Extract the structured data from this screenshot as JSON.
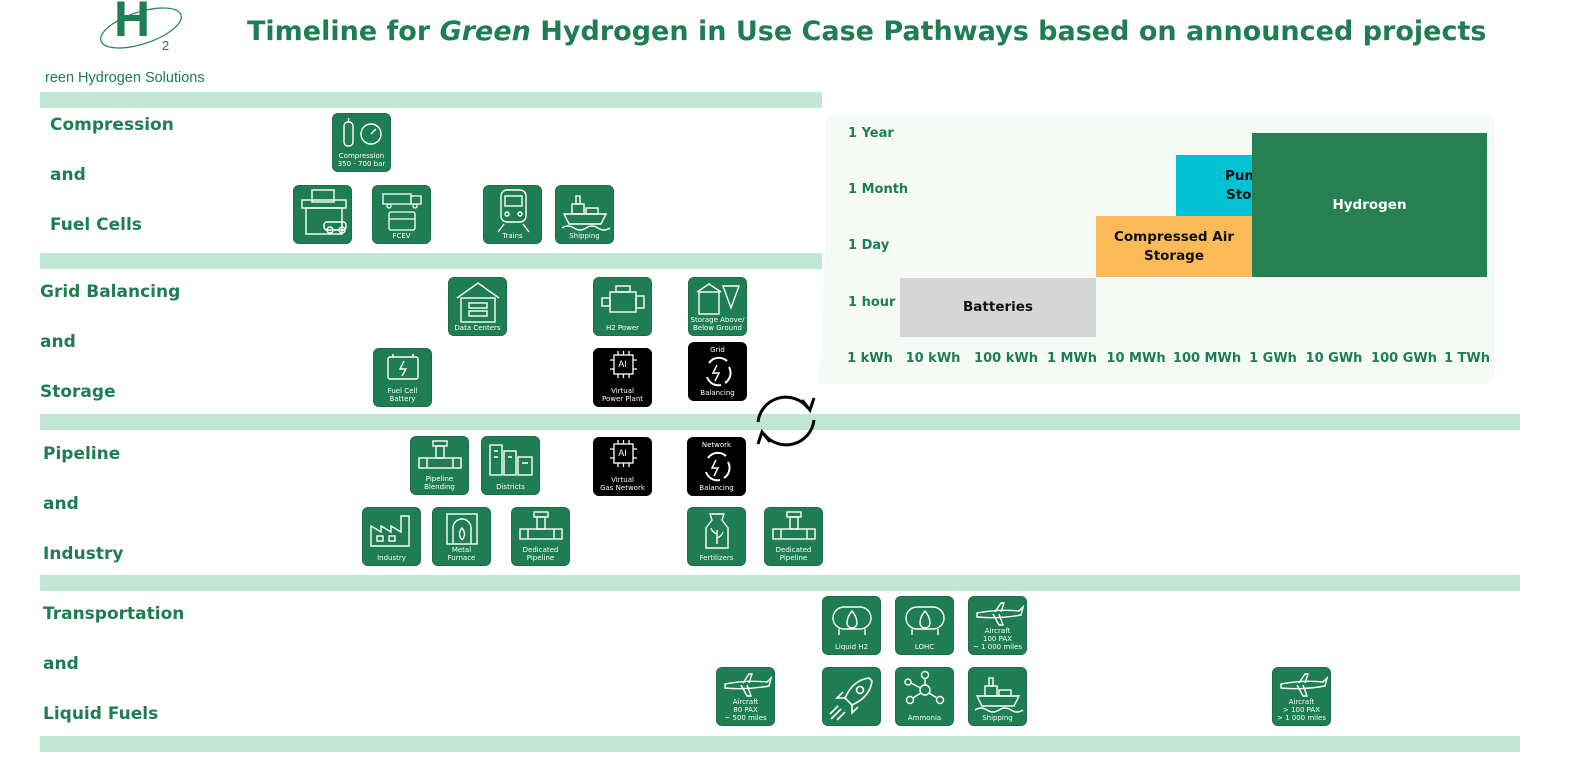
{
  "colors": {
    "green": "#1e7d52",
    "band": "#c2e6d5",
    "panel": "#f5faf7",
    "teal": "#00c2d2",
    "orange": "#fbb958",
    "grey": "#d6d6d6",
    "darkgreen": "#268052",
    "black": "#000000"
  },
  "header": {
    "title_pre": "Timeline for ",
    "title_italic": "Green",
    "title_post": " Hydrogen in Use Case Pathways based on announced projects",
    "logo_text": "reen Hydrogen Solutions",
    "logo_mark": "H",
    "logo_sub": "2"
  },
  "rows": [
    {
      "labels": [
        "Compression",
        "and",
        "Fuel Cells"
      ]
    },
    {
      "labels": [
        "Grid Balancing",
        "and",
        "Storage"
      ]
    },
    {
      "labels": [
        "Pipeline",
        "and",
        "Industry"
      ]
    },
    {
      "labels": [
        "Transportation",
        "and",
        "Liquid Fuels"
      ]
    }
  ],
  "tiles": {
    "compression": {
      "label": "Compression\n350 - 700 bar",
      "icon": "gas-cylinder-gauge-icon"
    },
    "station": {
      "label": "",
      "icon": "fuel-station-icon"
    },
    "fcev": {
      "label": "FCEV",
      "icon": "truck-bus-icon"
    },
    "trains": {
      "label": "Trains",
      "icon": "train-icon"
    },
    "shipping1": {
      "label": "Shipping",
      "icon": "ship-icon"
    },
    "datacenters": {
      "label": "Data Centers",
      "icon": "data-center-icon"
    },
    "h2power": {
      "label": "H2 Power",
      "icon": "engine-icon"
    },
    "storageabove": {
      "label": "Storage Above/\nBelow Ground",
      "icon": "silo-icon"
    },
    "fuelcellbattery": {
      "label": "Fuel Cell\nBattery",
      "icon": "battery-icon"
    },
    "vpp": {
      "label": "Virtual\nPower Plant",
      "chip": "AI",
      "icon": "ai-chip-icon"
    },
    "gridbalancing": {
      "top": "Grid",
      "label": "Balancing",
      "icon": "balance-arrows-icon"
    },
    "pipelineblending": {
      "label": "Pipeline\nBlending",
      "icon": "pipe-icon"
    },
    "districts": {
      "label": "Districts",
      "icon": "buildings-icon"
    },
    "vgn": {
      "label": "Virtual\nGas Network",
      "chip": "AI",
      "icon": "ai-chip-icon"
    },
    "networkbalancing": {
      "top": "Network",
      "label": "Balancing",
      "icon": "balance-arrows-icon"
    },
    "industry": {
      "label": "Industry",
      "icon": "factory-icon"
    },
    "metalfurnace": {
      "label": "Metal\nFurnace",
      "icon": "furnace-icon"
    },
    "dedicated1": {
      "label": "Dedicated\nPipeline",
      "icon": "pipe-icon"
    },
    "fertilizers": {
      "label": "Fertilizers",
      "icon": "fertilizer-bag-icon"
    },
    "dedicated2": {
      "label": "Dedicated\nPipeline",
      "icon": "pipe-icon"
    },
    "liquidh2": {
      "label": "Liquid H2",
      "icon": "tank-icon"
    },
    "lohc": {
      "label": "LOHC",
      "icon": "tank-icon"
    },
    "aircraft100": {
      "label": "Aircraft\n100 PAX\n~ 1 000 miles",
      "icon": "airplane-icon"
    },
    "aircraft80": {
      "label": "Aircraft\n80 PAX\n~ 500 miles",
      "icon": "airplane-icon"
    },
    "rocket": {
      "label": "",
      "icon": "rocket-icon"
    },
    "ammonia": {
      "label": "Ammonia",
      "icon": "molecule-icon"
    },
    "shipping2": {
      "label": "Shipping",
      "icon": "ship-icon"
    },
    "aircraft_gt100": {
      "label": "Aircraft\n> 100 PAX\n> 1 000 miles",
      "icon": "airplane-icon"
    }
  },
  "chart_data": {
    "type": "diagram",
    "x_ticks": [
      "1  kWh",
      "10  kWh",
      "100  kWh",
      "1 MWh",
      "10 MWh",
      "100 MWh",
      "1 GWh",
      "10 GWh",
      "100 GWh",
      "1 TWh"
    ],
    "y_ticks": [
      "1  Year",
      "1 Month",
      "1 Day",
      "1 hour"
    ],
    "blocks": [
      {
        "name": "Batteries",
        "label": "Batteries",
        "x_range": [
          "10  kWh",
          "10 MWh"
        ],
        "y_range": [
          "1 hour",
          "1 hour"
        ],
        "color": "#d6d6d6"
      },
      {
        "name": "Compressed Air Storage",
        "label": "Compressed Air\nStorage",
        "x_range": [
          "10 MWh",
          "1 GWh"
        ],
        "y_range": [
          "1 Day",
          "1 Day"
        ],
        "color": "#fbb958"
      },
      {
        "name": "Pumped Storage",
        "label": "Pumped\nStorage",
        "x_range": [
          "100 MWh",
          "10 GWh"
        ],
        "y_range": [
          "1 Month",
          "1 Month"
        ],
        "color": "#00c2d2"
      },
      {
        "name": "Hydrogen",
        "label": "Hydrogen",
        "x_range": [
          "1 GWh",
          "1 TWh"
        ],
        "y_range": [
          "1 Day",
          "1  Year"
        ],
        "color": "#268052"
      }
    ]
  }
}
